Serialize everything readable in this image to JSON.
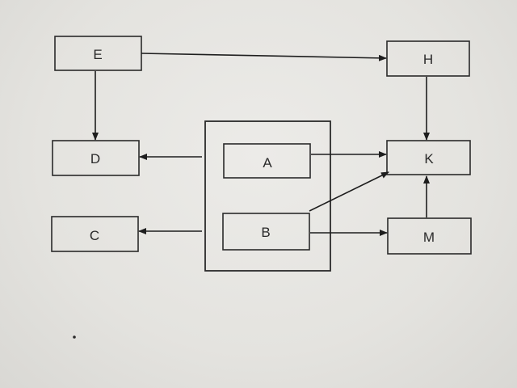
{
  "diagram": {
    "nodes": [
      {
        "id": "E",
        "label": "E"
      },
      {
        "id": "H",
        "label": "H"
      },
      {
        "id": "D",
        "label": "D"
      },
      {
        "id": "K",
        "label": "K"
      },
      {
        "id": "C",
        "label": "C"
      },
      {
        "id": "M",
        "label": "M"
      },
      {
        "id": "A",
        "label": "A",
        "group": "AB"
      },
      {
        "id": "B",
        "label": "B",
        "group": "AB"
      }
    ],
    "groups": [
      {
        "id": "AB",
        "members": [
          "A",
          "B"
        ]
      }
    ],
    "edges": [
      {
        "from": "E",
        "to": "H"
      },
      {
        "from": "E",
        "to": "D"
      },
      {
        "from": "H",
        "to": "K"
      },
      {
        "from": "AB",
        "to": "D"
      },
      {
        "from": "AB",
        "to": "C"
      },
      {
        "from": "A",
        "to": "K"
      },
      {
        "from": "B",
        "to": "K"
      },
      {
        "from": "B",
        "to": "M"
      },
      {
        "from": "M",
        "to": "K"
      }
    ],
    "colors": {
      "ink": "#1e1e1e",
      "paper": "#e6e5e1"
    }
  }
}
